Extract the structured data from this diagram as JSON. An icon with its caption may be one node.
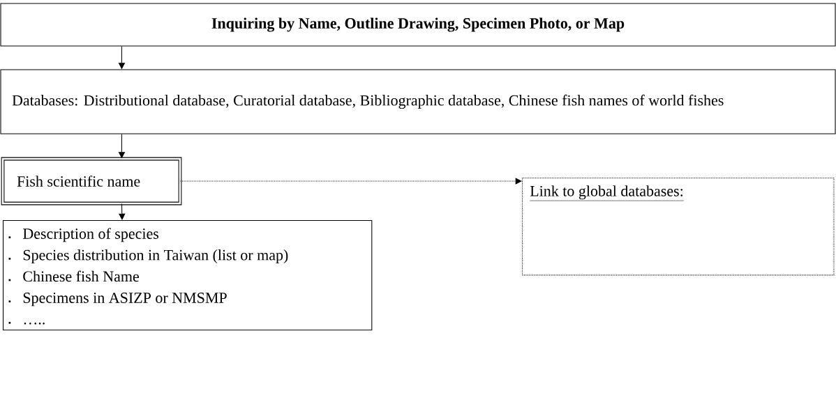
{
  "diagram": {
    "nodes": [
      {
        "text": [
          "Inquiring by Name, Outline Drawing, Specimen Photo, or Map"
        ]
      },
      {
        "text": [
          "Databases: Distributional database, Curatorial database, Bibliographic database, Chinese fish names of world fishes"
        ]
      },
      {
        "text": [
          "Fish scientific name"
        ]
      },
      {
        "text": [
          "Description of species",
          "Species distribution in Taiwan (list or map)",
          "Chinese fish Name",
          "Specimens in ASIZP or NMSMP",
          "….."
        ]
      },
      {
        "text": [
          "Link to global databases:"
        ]
      }
    ],
    "edges": [
      {
        "from": 0,
        "to": 1,
        "arrow": "to"
      },
      {
        "from": 1,
        "to": 2,
        "arrow": "to"
      },
      {
        "from": 2,
        "to": 3,
        "arrow": "to"
      },
      {
        "from": 2,
        "to": 4,
        "arrow": "to",
        "style": "dashed"
      }
    ]
  }
}
